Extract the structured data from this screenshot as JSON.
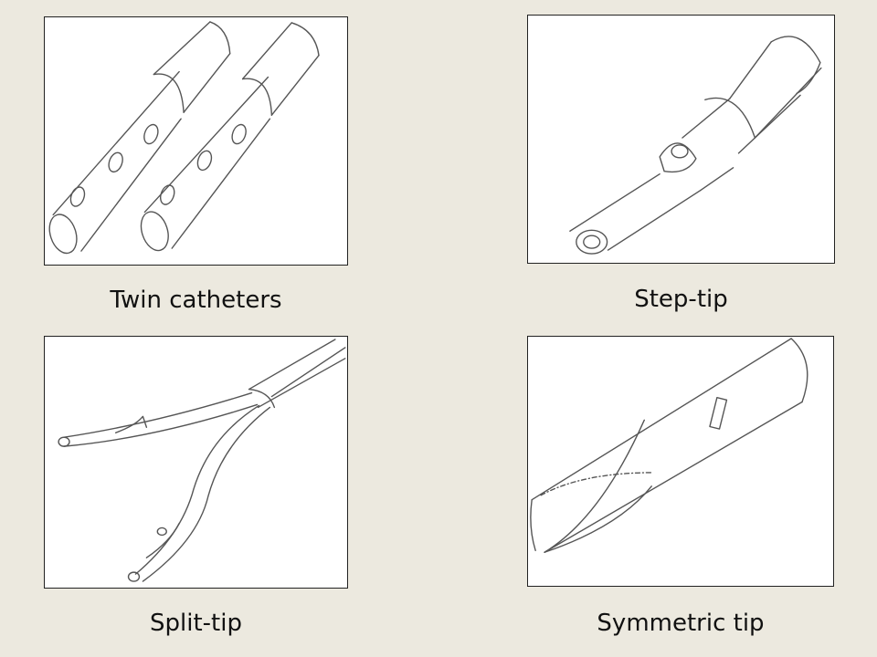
{
  "diagrams": [
    {
      "caption": "Twin catheters",
      "icon": "twin-catheters-drawing"
    },
    {
      "caption": "Step-tip",
      "icon": "step-tip-catheter-drawing"
    },
    {
      "caption": "Split-tip",
      "icon": "split-tip-catheter-drawing"
    },
    {
      "caption": "Symmetric tip",
      "icon": "symmetric-tip-catheter-drawing"
    }
  ],
  "colors": {
    "background": "#ece9df",
    "panel": "#ffffff",
    "line": "#555555",
    "text": "#111111"
  }
}
